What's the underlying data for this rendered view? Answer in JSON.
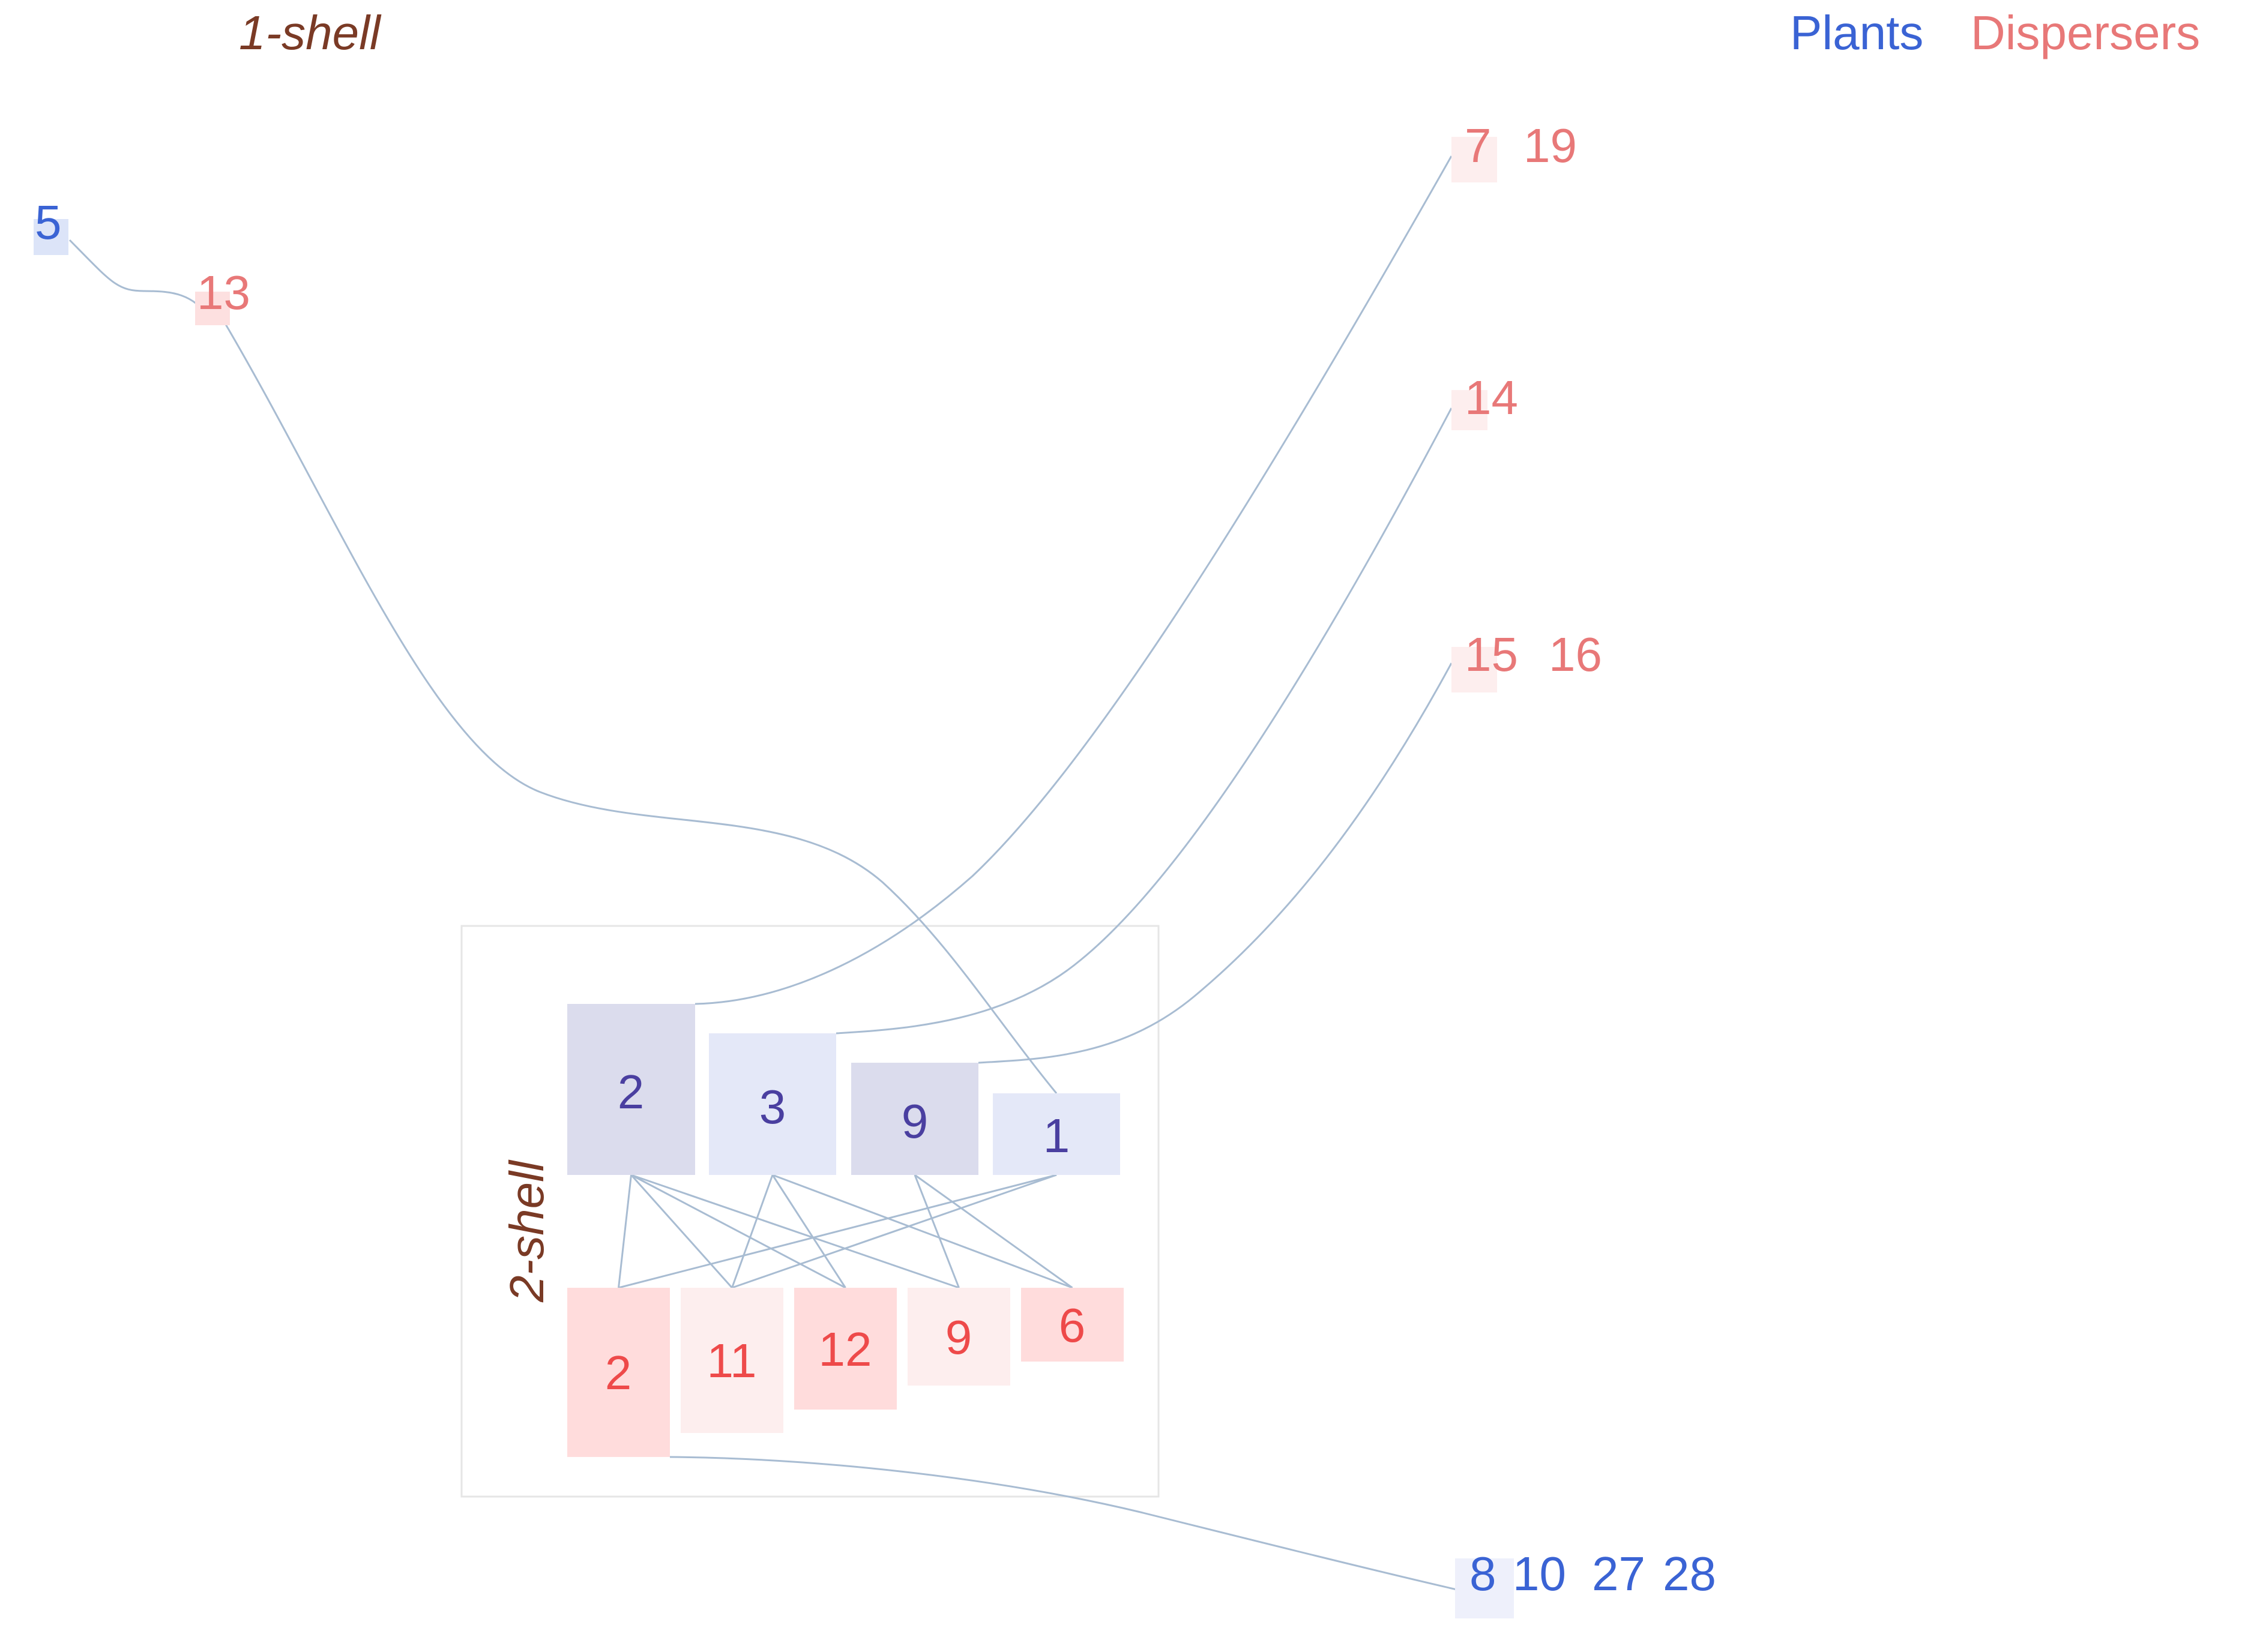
{
  "legend": {
    "plants": "Plants",
    "dispersers": "Dispersers"
  },
  "shells": {
    "outer": "1-shell",
    "inner": "2-shell"
  },
  "colors": {
    "plant_text": "#3a63d4",
    "disperser_text": "#e87878",
    "core_plant_text": "#4a3fa0",
    "core_disperser_text": "#ee4a4a",
    "shell_text": "#7a3a25",
    "link": "#a8bcd2",
    "frame": "#e6e6e6"
  },
  "core_plants": [
    {
      "label": "2",
      "fill": "#dbdced"
    },
    {
      "label": "3",
      "fill": "#e4e8f8"
    },
    {
      "label": "9",
      "fill": "#dbdced"
    },
    {
      "label": "1",
      "fill": "#e4e8f8"
    }
  ],
  "core_dispersers": [
    {
      "label": "2",
      "fill": "#ffdcdc"
    },
    {
      "label": "11",
      "fill": "#fdeeee"
    },
    {
      "label": "12",
      "fill": "#ffdcdc"
    },
    {
      "label": "9",
      "fill": "#fdeeee"
    },
    {
      "label": "6",
      "fill": "#ffdcdc"
    }
  ],
  "outer_nodes": {
    "plant_5": {
      "label": "5",
      "fill": "#dce4f8"
    },
    "disp_13": {
      "label": "13",
      "fill": "#fde0e0"
    },
    "disp_7_19": {
      "labels": [
        "7",
        "19"
      ],
      "fill": "#fdeeee"
    },
    "disp_14": {
      "label": "14",
      "fill": "#fdeeee"
    },
    "disp_15_16": {
      "labels": [
        "15",
        "16"
      ],
      "fill": "#fdeeee"
    },
    "plants_bottom": {
      "labels": [
        "8",
        "10",
        "27",
        "28"
      ],
      "fill": "#eef0fb"
    }
  },
  "core_links": [
    [
      "p0",
      "d0"
    ],
    [
      "p0",
      "d1"
    ],
    [
      "p0",
      "d2"
    ],
    [
      "p0",
      "d3"
    ],
    [
      "p1",
      "d1"
    ],
    [
      "p1",
      "d2"
    ],
    [
      "p1",
      "d4"
    ],
    [
      "p2",
      "d3"
    ],
    [
      "p2",
      "d4"
    ],
    [
      "p3",
      "d0"
    ],
    [
      "p3",
      "d1"
    ]
  ]
}
